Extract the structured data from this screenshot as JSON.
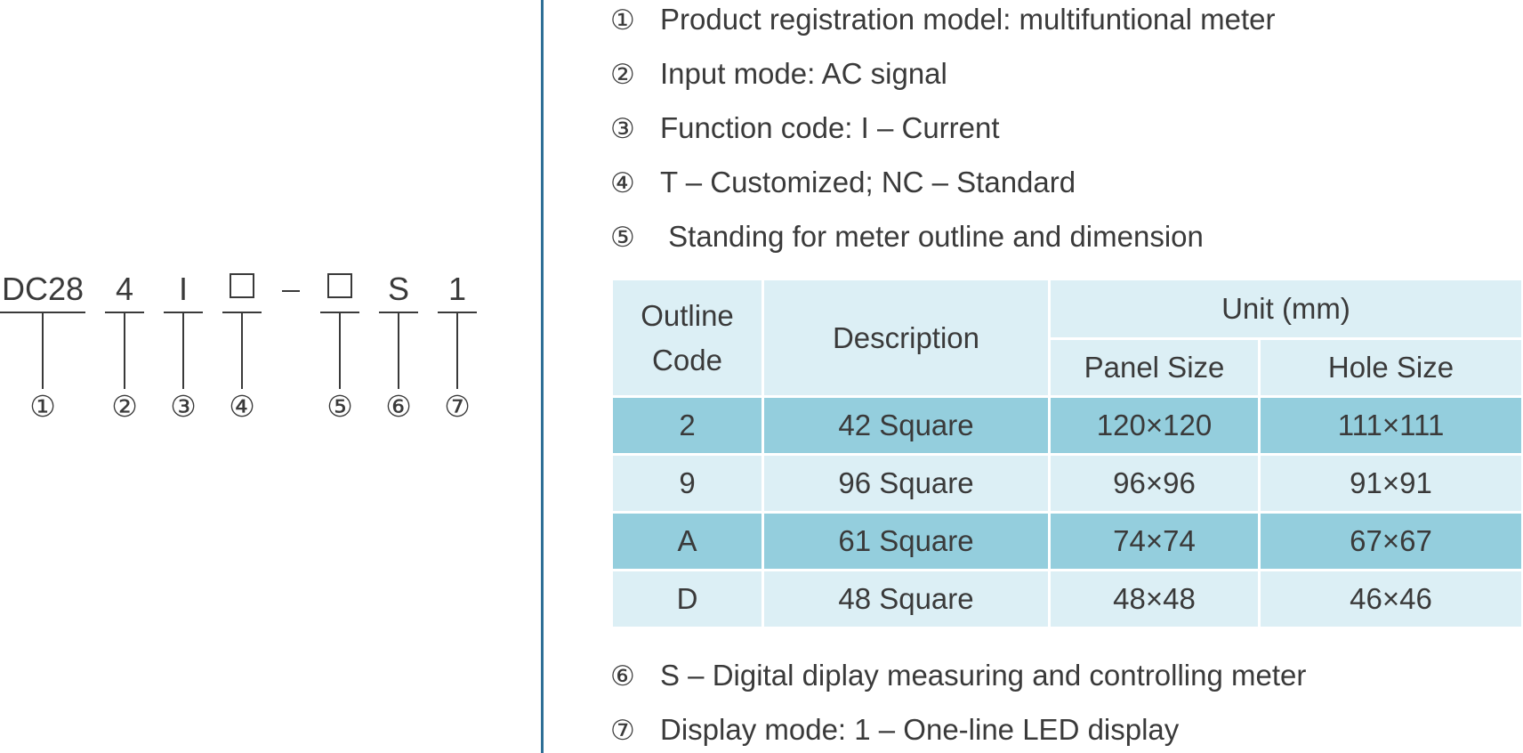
{
  "model_code": {
    "segments": [
      {
        "code": "DC28",
        "num": "①"
      },
      {
        "code": "4",
        "num": "②"
      },
      {
        "code": "I",
        "num": "③"
      },
      {
        "code": "box",
        "num": "④"
      },
      {
        "code": "box",
        "num": "⑤"
      },
      {
        "code": "S",
        "num": "⑥"
      },
      {
        "code": "1",
        "num": "⑦"
      }
    ]
  },
  "legend_top": [
    {
      "num": "①",
      "text": "Product registration model: multifuntional meter"
    },
    {
      "num": "②",
      "text": "Input mode: AC signal"
    },
    {
      "num": "③",
      "text": "Function code: I – Current"
    },
    {
      "num": "④",
      "text": "T – Customized; NC – Standard"
    },
    {
      "num": "⑤",
      "text": " Standing for meter outline and dimension"
    }
  ],
  "table": {
    "header": {
      "outline_code_line1": "Outline",
      "outline_code_line2": "Code",
      "description": "Description",
      "unit": "Unit (mm)",
      "panel_size": "Panel Size",
      "hole_size": "Hole Size"
    },
    "rows": [
      {
        "code": "2",
        "description": "42 Square",
        "panel": "120×120",
        "hole": "111×111"
      },
      {
        "code": "9",
        "description": "96 Square",
        "panel": "96×96",
        "hole": "91×91"
      },
      {
        "code": "A",
        "description": "61 Square",
        "panel": "74×74",
        "hole": "67×67"
      },
      {
        "code": "D",
        "description": "48 Square",
        "panel": "48×48",
        "hole": "46×46"
      }
    ]
  },
  "legend_bottom": [
    {
      "num": "⑥",
      "text": "S – Digital diplay measuring and controlling meter"
    },
    {
      "num": "⑦",
      "text": "Display mode: 1 – One-line LED display"
    }
  ],
  "colors": {
    "divider": "#2e6f96",
    "table_light": "#dceff5",
    "table_dark": "#94cedd",
    "text": "#3a3a3a"
  }
}
